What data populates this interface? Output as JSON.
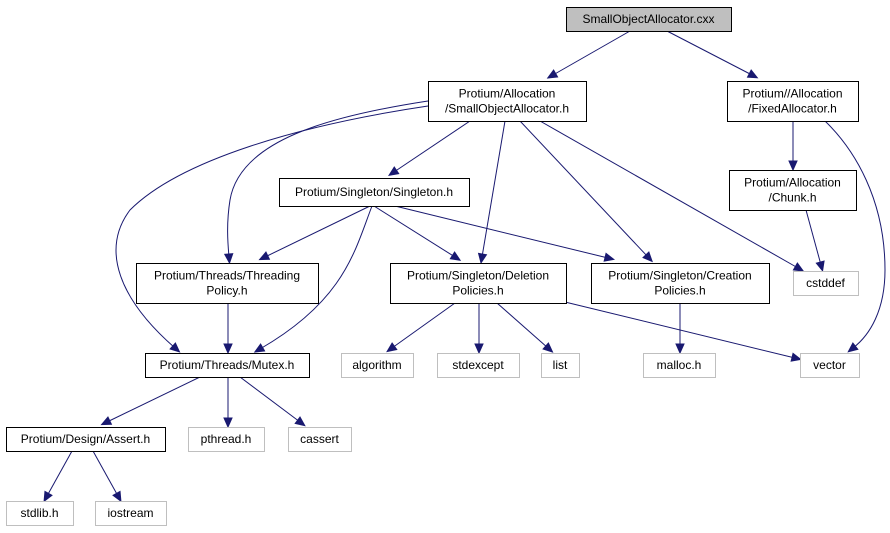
{
  "graph": {
    "edge_color": "#191970",
    "root_fill": "#bfbfbf",
    "external_border": "#bfbfbf",
    "nodes": [
      {
        "id": "root",
        "lines": [
          "SmallObjectAllocator.cxx"
        ],
        "kind": "root"
      },
      {
        "id": "soa_h",
        "lines": [
          "Protium/Allocation",
          "/SmallObjectAllocator.h"
        ],
        "kind": "internal"
      },
      {
        "id": "fixed_h",
        "lines": [
          "Protium//Allocation",
          "/FixedAllocator.h"
        ],
        "kind": "internal"
      },
      {
        "id": "singleton_h",
        "lines": [
          "Protium/Singleton/Singleton.h"
        ],
        "kind": "internal"
      },
      {
        "id": "chunk_h",
        "lines": [
          "Protium/Allocation",
          "/Chunk.h"
        ],
        "kind": "internal"
      },
      {
        "id": "threading_h",
        "lines": [
          "Protium/Threads/Threading",
          "Policy.h"
        ],
        "kind": "internal"
      },
      {
        "id": "deletion_h",
        "lines": [
          "Protium/Singleton/Deletion",
          "Policies.h"
        ],
        "kind": "internal"
      },
      {
        "id": "creation_h",
        "lines": [
          "Protium/Singleton/Creation",
          "Policies.h"
        ],
        "kind": "internal"
      },
      {
        "id": "cstddef",
        "lines": [
          "cstddef"
        ],
        "kind": "external"
      },
      {
        "id": "mutex_h",
        "lines": [
          "Protium/Threads/Mutex.h"
        ],
        "kind": "internal"
      },
      {
        "id": "algorithm",
        "lines": [
          "algorithm"
        ],
        "kind": "external"
      },
      {
        "id": "stdexcept",
        "lines": [
          "stdexcept"
        ],
        "kind": "external"
      },
      {
        "id": "list",
        "lines": [
          "list"
        ],
        "kind": "external"
      },
      {
        "id": "malloc_h",
        "lines": [
          "malloc.h"
        ],
        "kind": "external"
      },
      {
        "id": "vector",
        "lines": [
          "vector"
        ],
        "kind": "external"
      },
      {
        "id": "assert_h",
        "lines": [
          "Protium/Design/Assert.h"
        ],
        "kind": "internal"
      },
      {
        "id": "pthread_h",
        "lines": [
          "pthread.h"
        ],
        "kind": "external"
      },
      {
        "id": "cassert",
        "lines": [
          "cassert"
        ],
        "kind": "external"
      },
      {
        "id": "stdlib_h",
        "lines": [
          "stdlib.h"
        ],
        "kind": "external"
      },
      {
        "id": "iostream",
        "lines": [
          "iostream"
        ],
        "kind": "external"
      }
    ],
    "edges": [
      {
        "from": "root",
        "to": "soa_h"
      },
      {
        "from": "root",
        "to": "fixed_h"
      },
      {
        "from": "soa_h",
        "to": "singleton_h"
      },
      {
        "from": "soa_h",
        "to": "threading_h"
      },
      {
        "from": "soa_h",
        "to": "mutex_h"
      },
      {
        "from": "soa_h",
        "to": "deletion_h"
      },
      {
        "from": "soa_h",
        "to": "creation_h"
      },
      {
        "from": "soa_h",
        "to": "cstddef"
      },
      {
        "from": "fixed_h",
        "to": "chunk_h"
      },
      {
        "from": "fixed_h",
        "to": "vector"
      },
      {
        "from": "chunk_h",
        "to": "cstddef"
      },
      {
        "from": "singleton_h",
        "to": "threading_h"
      },
      {
        "from": "singleton_h",
        "to": "mutex_h"
      },
      {
        "from": "singleton_h",
        "to": "deletion_h"
      },
      {
        "from": "singleton_h",
        "to": "creation_h"
      },
      {
        "from": "threading_h",
        "to": "mutex_h"
      },
      {
        "from": "deletion_h",
        "to": "algorithm"
      },
      {
        "from": "deletion_h",
        "to": "stdexcept"
      },
      {
        "from": "deletion_h",
        "to": "list"
      },
      {
        "from": "deletion_h",
        "to": "vector"
      },
      {
        "from": "creation_h",
        "to": "malloc_h"
      },
      {
        "from": "mutex_h",
        "to": "assert_h"
      },
      {
        "from": "mutex_h",
        "to": "pthread_h"
      },
      {
        "from": "mutex_h",
        "to": "cassert"
      },
      {
        "from": "assert_h",
        "to": "stdlib_h"
      },
      {
        "from": "assert_h",
        "to": "iostream"
      }
    ]
  }
}
